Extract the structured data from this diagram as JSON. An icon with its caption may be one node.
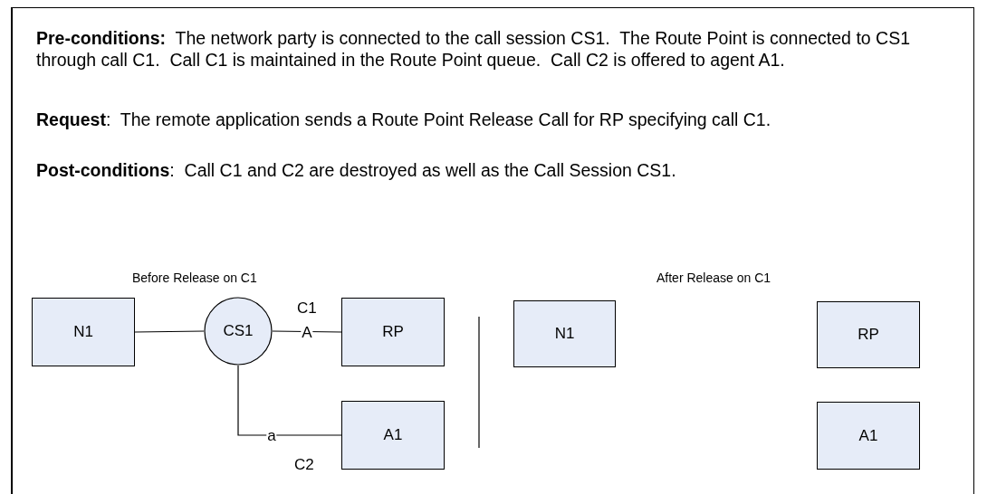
{
  "diagram": {
    "nodes": [
      {
        "text": [
          "N1"
        ]
      },
      {
        "text": [
          "CS1"
        ]
      },
      {
        "text": [
          "RP"
        ]
      },
      {
        "text": [
          "A1"
        ]
      },
      {
        "text": [
          "N1"
        ]
      },
      {
        "text": [
          "RP"
        ]
      },
      {
        "text": [
          "A1"
        ]
      }
    ],
    "edges": [
      {
        "from": 0,
        "to": 1,
        "arrow": "none"
      },
      {
        "from": 1,
        "to": 2,
        "arrow": "none",
        "label": "A"
      },
      {
        "from": 1,
        "to": 3,
        "arrow": "none",
        "label": "a"
      }
    ],
    "labels": [
      "**Pre-conditions:**  The network party is connected to the call session CS1.  The Route Point is connected to CS1 through call C1.  Call C1 is maintained in the Route Point queue.  Call C2 is offered to agent A1.",
      "**Request**:  The remote application sends a Route Point Release Call for RP specifying call C1.",
      "**Post-conditions**:  Call C1 and C2 are destroyed as well as the Call Session CS1.",
      "Before Release on C1",
      "After Release on C1",
      "C1",
      "C2"
    ]
  }
}
